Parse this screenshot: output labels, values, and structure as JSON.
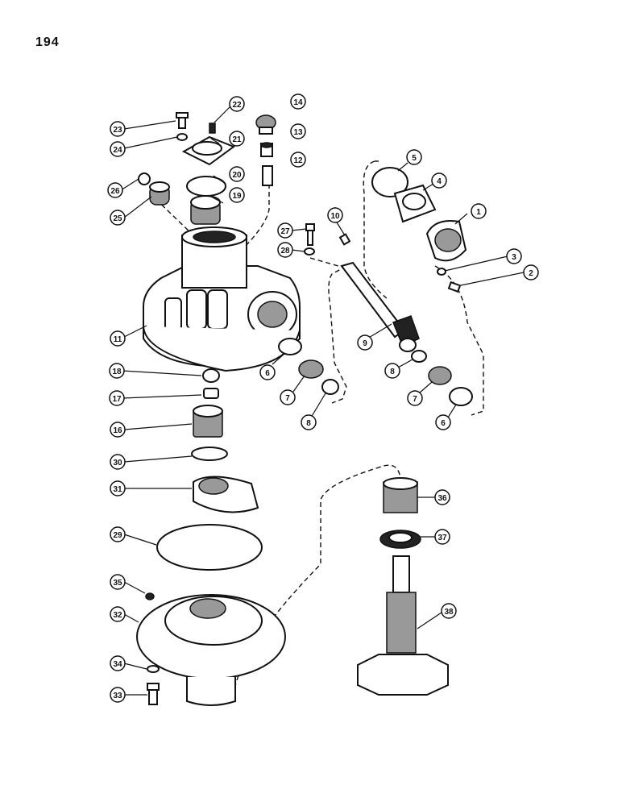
{
  "page": {
    "number": "194"
  },
  "callouts": [
    {
      "id": "c1",
      "num": "1"
    },
    {
      "id": "c2",
      "num": "2"
    },
    {
      "id": "c3",
      "num": "3"
    },
    {
      "id": "c4",
      "num": "4"
    },
    {
      "id": "c5",
      "num": "5"
    },
    {
      "id": "c6a",
      "num": "6"
    },
    {
      "id": "c6b",
      "num": "6"
    },
    {
      "id": "c7a",
      "num": "7"
    },
    {
      "id": "c7b",
      "num": "7"
    },
    {
      "id": "c8a",
      "num": "8"
    },
    {
      "id": "c8b",
      "num": "8"
    },
    {
      "id": "c9",
      "num": "9"
    },
    {
      "id": "c10",
      "num": "10"
    },
    {
      "id": "c11",
      "num": "11"
    },
    {
      "id": "c12",
      "num": "12"
    },
    {
      "id": "c13",
      "num": "13"
    },
    {
      "id": "c14",
      "num": "14"
    },
    {
      "id": "c16",
      "num": "16"
    },
    {
      "id": "c17",
      "num": "17"
    },
    {
      "id": "c18",
      "num": "18"
    },
    {
      "id": "c19",
      "num": "19"
    },
    {
      "id": "c20",
      "num": "20"
    },
    {
      "id": "c21",
      "num": "21"
    },
    {
      "id": "c22",
      "num": "22"
    },
    {
      "id": "c23",
      "num": "23"
    },
    {
      "id": "c24",
      "num": "24"
    },
    {
      "id": "c25",
      "num": "25"
    },
    {
      "id": "c26",
      "num": "26"
    },
    {
      "id": "c27",
      "num": "27"
    },
    {
      "id": "c28",
      "num": "28"
    },
    {
      "id": "c29",
      "num": "29"
    },
    {
      "id": "c30",
      "num": "30"
    },
    {
      "id": "c31",
      "num": "31"
    },
    {
      "id": "c32",
      "num": "32"
    },
    {
      "id": "c33",
      "num": "33"
    },
    {
      "id": "c34",
      "num": "34"
    },
    {
      "id": "c35",
      "num": "35"
    },
    {
      "id": "c36",
      "num": "36"
    },
    {
      "id": "c37",
      "num": "37"
    },
    {
      "id": "c38",
      "num": "38"
    }
  ]
}
